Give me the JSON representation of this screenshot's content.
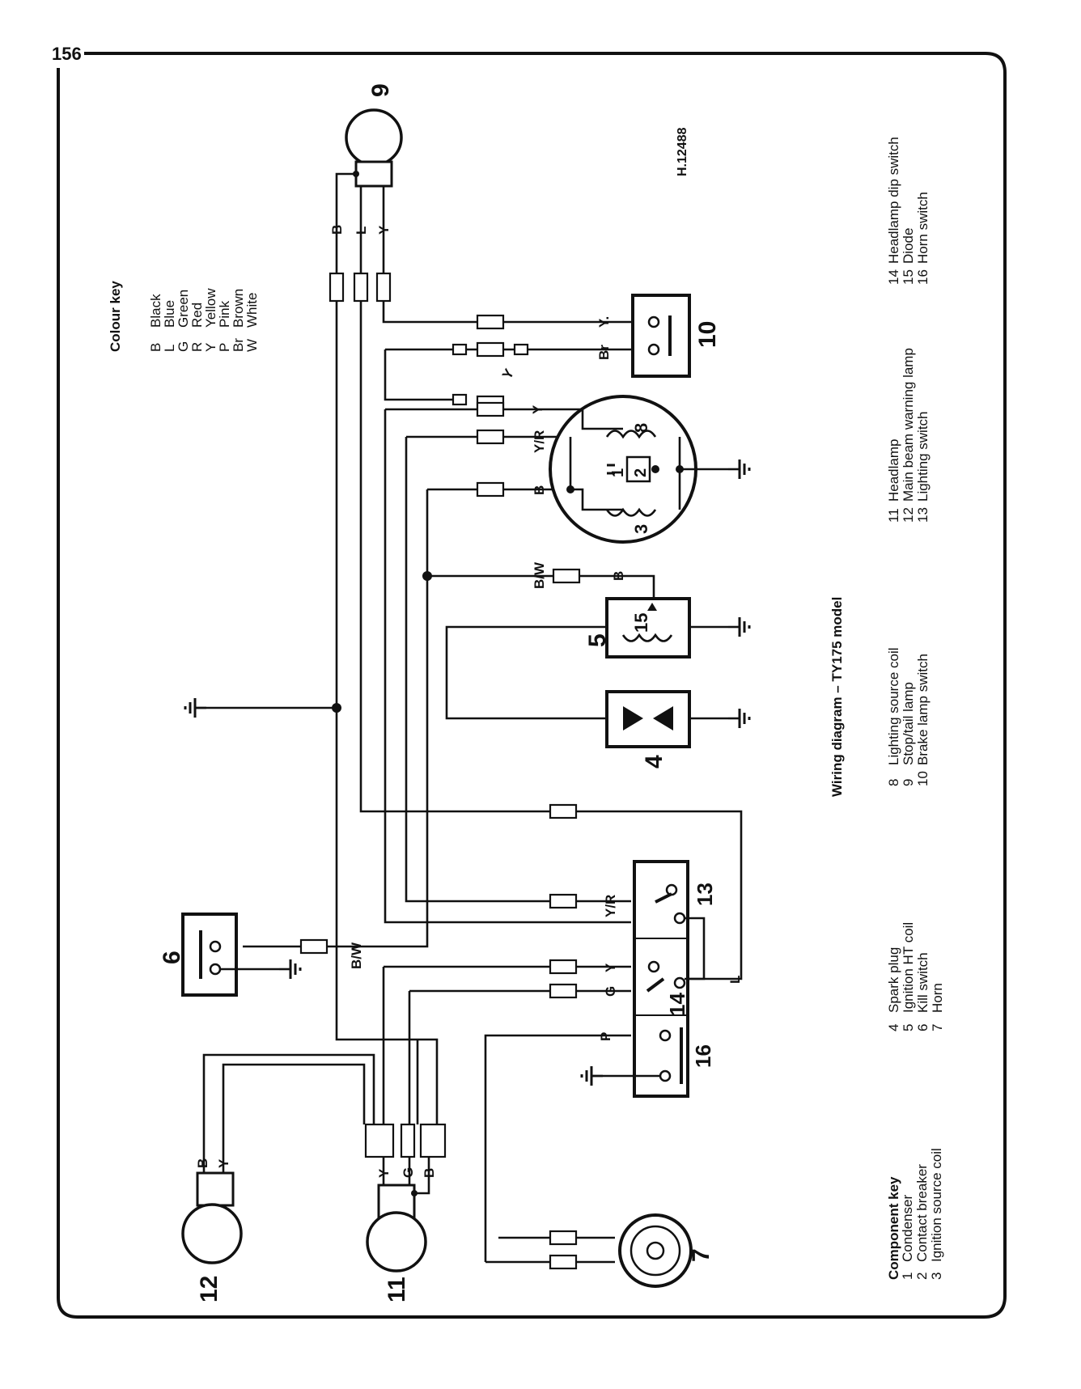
{
  "page": {
    "number": "156",
    "drawing_ref": "H.12488"
  },
  "caption": "Wiring diagram – TY175 model",
  "colour_key": {
    "title": "Colour key",
    "items": [
      {
        "code": "B",
        "name": "Black"
      },
      {
        "code": "L",
        "name": "Blue"
      },
      {
        "code": "G",
        "name": "Green"
      },
      {
        "code": "R",
        "name": "Red"
      },
      {
        "code": "Y",
        "name": "Yellow"
      },
      {
        "code": "P",
        "name": "Pink"
      },
      {
        "code": "Br",
        "name": "Brown"
      },
      {
        "code": "W",
        "name": "White"
      }
    ]
  },
  "component_key": {
    "title": "Component key",
    "items": [
      {
        "num": "1",
        "name": "Condenser"
      },
      {
        "num": "2",
        "name": "Contact breaker"
      },
      {
        "num": "3",
        "name": "Ignition source coil"
      },
      {
        "num": "4",
        "name": "Spark plug"
      },
      {
        "num": "5",
        "name": "Ignition HT coil"
      },
      {
        "num": "6",
        "name": "Kill switch"
      },
      {
        "num": "7",
        "name": "Horn"
      },
      {
        "num": "8",
        "name": "Lighting source coil"
      },
      {
        "num": "9",
        "name": "Stop/tail lamp"
      },
      {
        "num": "10",
        "name": "Brake lamp switch"
      },
      {
        "num": "11",
        "name": "Headlamp"
      },
      {
        "num": "12",
        "name": "Main beam warning lamp"
      },
      {
        "num": "13",
        "name": "Lighting switch"
      },
      {
        "num": "14",
        "name": "Headlamp dip switch"
      },
      {
        "num": "15",
        "name": "Diode"
      },
      {
        "num": "16",
        "name": "Horn switch"
      }
    ]
  },
  "wire_labels": {
    "b": "B",
    "l": "L",
    "y": "Y",
    "y_dot": "Y.",
    "br": "Br",
    "y_r": "Y/R",
    "b_w": "B/W",
    "g": "G",
    "p": "P"
  },
  "component_numbers": {
    "c1": "1",
    "c2": "2",
    "c3": "3",
    "c4": "4",
    "c5": "5",
    "c6": "6",
    "c7": "7",
    "c8": "8",
    "c9": "9",
    "c10": "10",
    "c11": "11",
    "c12": "12",
    "c13": "13",
    "c14": "14",
    "c15": "15",
    "c16": "16"
  }
}
